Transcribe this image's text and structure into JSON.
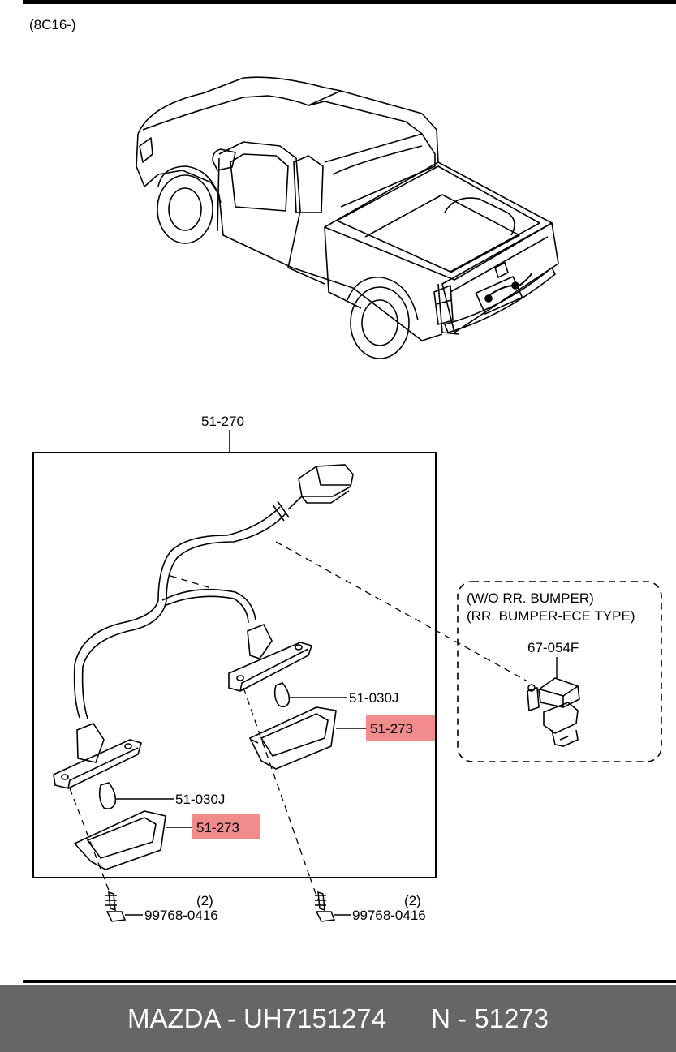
{
  "header_code": "(8C16-)",
  "assembly_label": "51-270",
  "variant_box": {
    "line1": "(W/O RR. BUMPER)",
    "line2": "(RR. BUMPER-ECE TYPE)",
    "part": "67-054F"
  },
  "parts": {
    "bulb_right": "51-030J",
    "bulb_left": "51-030J",
    "lens_right": "51-273",
    "lens_left": "51-273",
    "screw_left": "99768-0416",
    "screw_left_qty": "(2)",
    "screw_right": "99768-0416",
    "screw_right_qty": "(2)"
  },
  "colors": {
    "highlight": "#f28b8b",
    "footer_bg": "#666666"
  },
  "footer": {
    "brand_part": "MAZDA - UH7151274",
    "ref": "N - 51273"
  }
}
